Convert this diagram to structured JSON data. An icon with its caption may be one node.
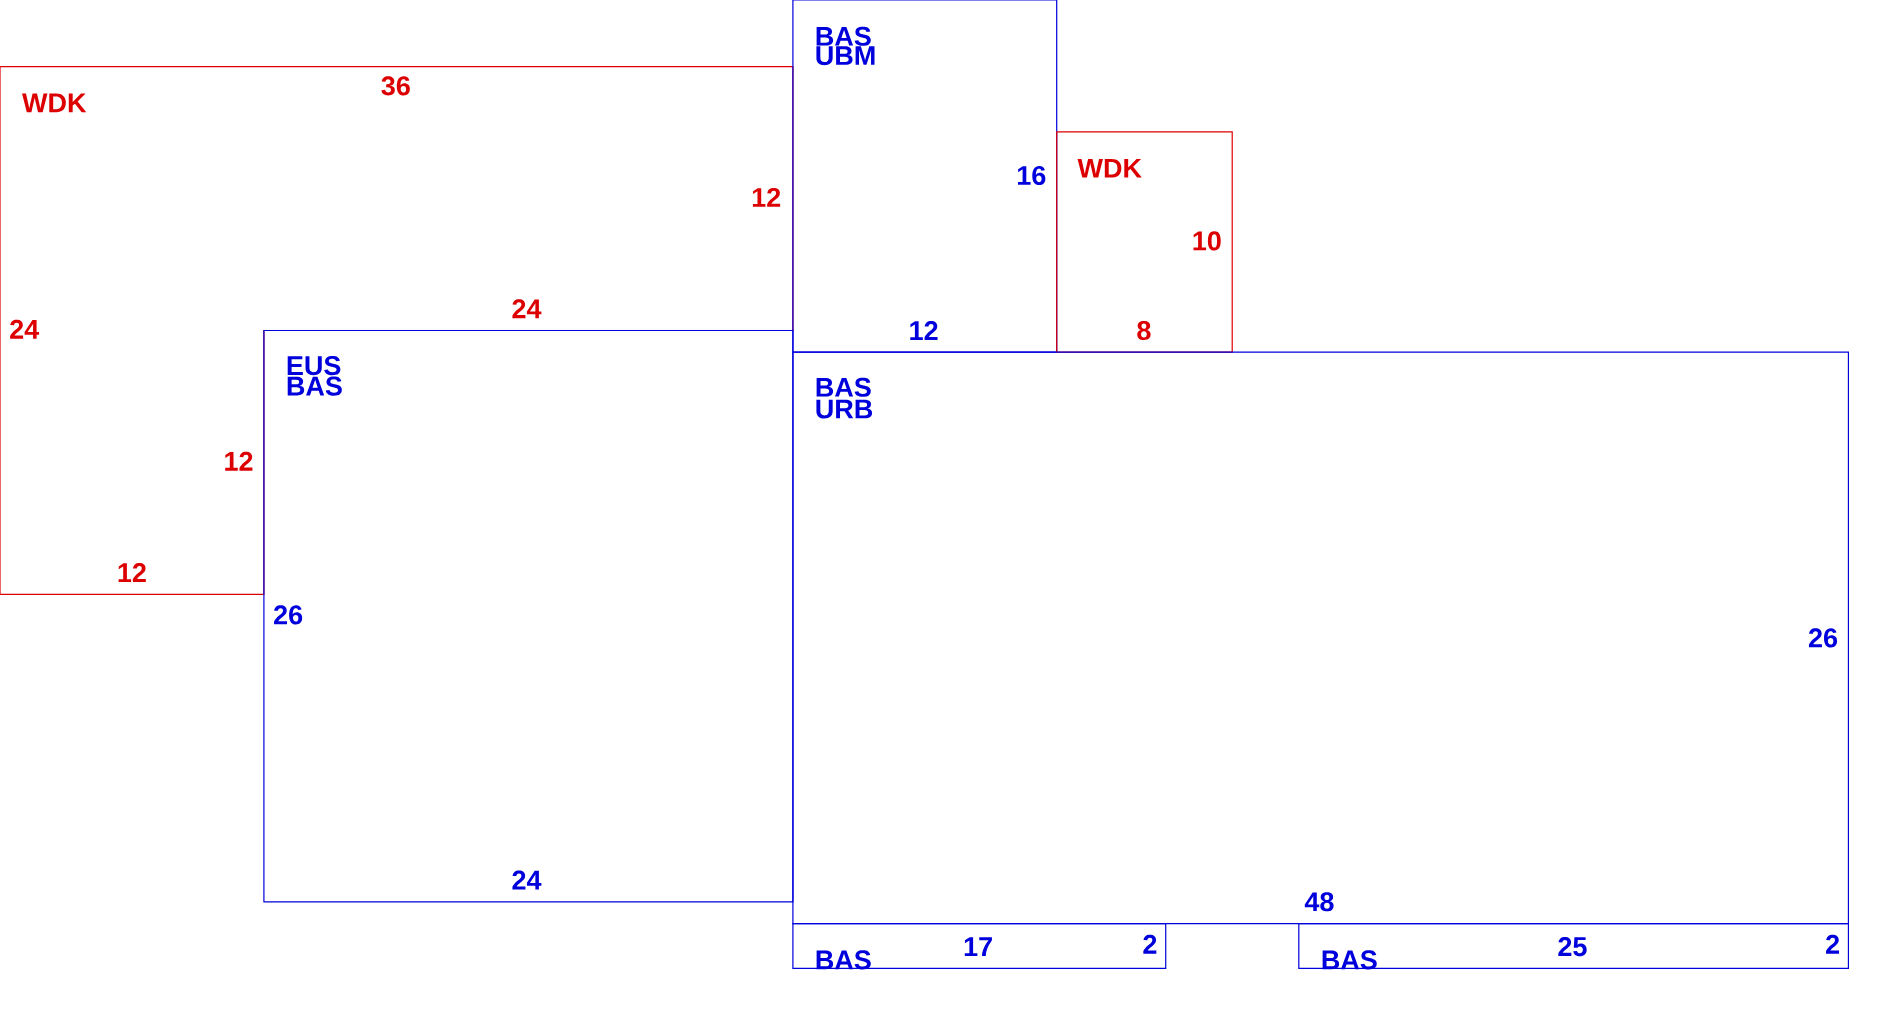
{
  "diagram": {
    "nodes": [
      {
        "text": [
          "WDK"
        ]
      },
      {
        "text": [
          "BAS",
          "UBM"
        ]
      },
      {
        "text": [
          "WDK"
        ]
      },
      {
        "text": [
          "EUS",
          "BAS"
        ]
      },
      {
        "text": [
          "BAS",
          "URB"
        ]
      },
      {
        "text": [
          "BAS"
        ]
      },
      {
        "text": [
          "BAS"
        ]
      }
    ],
    "labels": [
      "36",
      "16",
      "12",
      "10",
      "24",
      "24",
      "12",
      "8",
      "12",
      "12",
      "26",
      "26",
      "24",
      "48",
      "17",
      "2",
      "25",
      "2"
    ]
  }
}
